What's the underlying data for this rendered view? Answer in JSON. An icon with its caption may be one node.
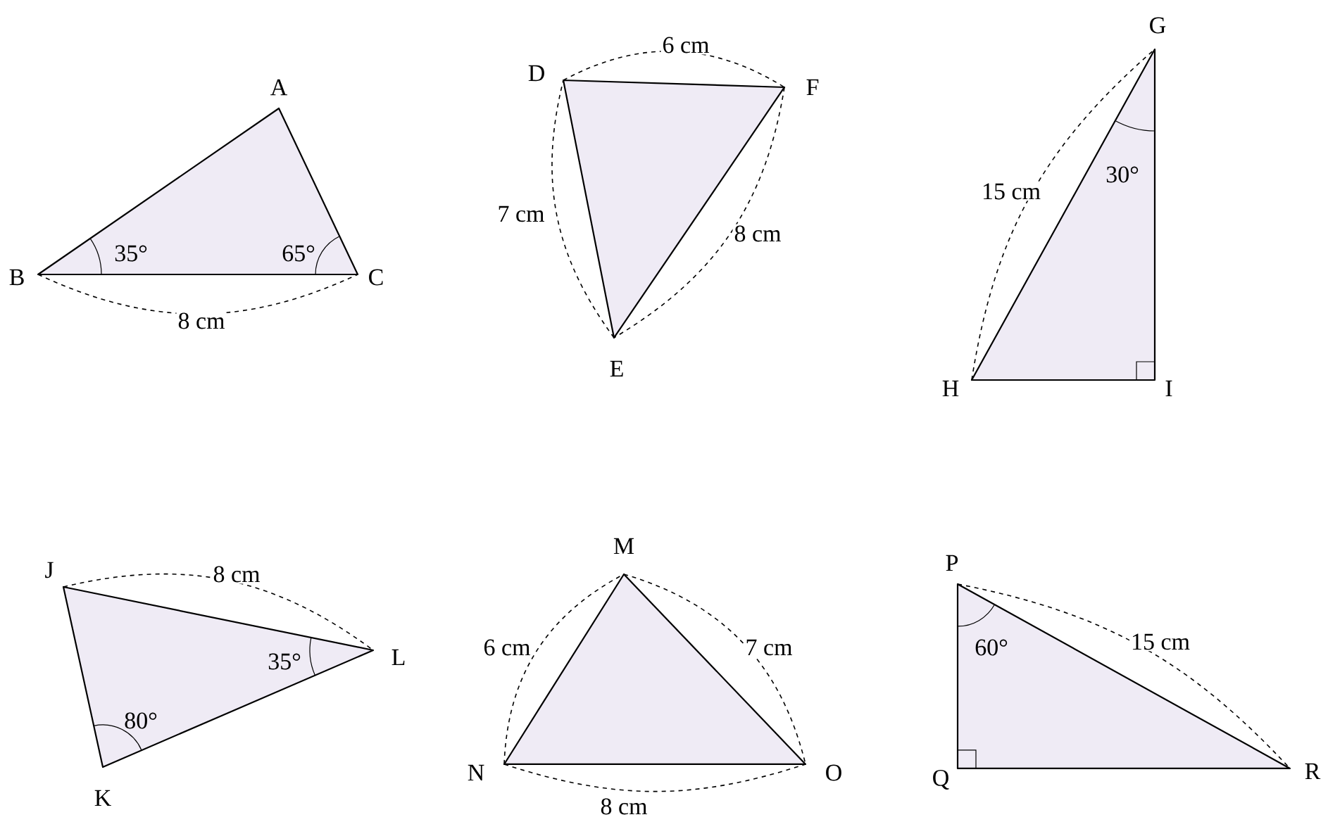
{
  "diagram": {
    "nodes": [
      {
        "text": [
          "35°",
          "65°"
        ],
        "beside": [
          "A",
          "B",
          "C",
          "8 cm"
        ]
      },
      {
        "text": [],
        "shape": "triangle",
        "beside": [
          "D",
          "E",
          "F",
          "6 cm",
          "7 cm",
          "8 cm"
        ]
      },
      {
        "text": [
          "30°"
        ],
        "beside": [
          "G",
          "H",
          "I",
          "15 cm"
        ]
      },
      {
        "text": [
          "35°",
          "80°"
        ],
        "beside": [
          "J",
          "K",
          "L",
          "8 cm"
        ]
      },
      {
        "text": [],
        "shape": "triangle",
        "beside": [
          "M",
          "N",
          "O",
          "6 cm",
          "7 cm",
          "8 cm"
        ]
      },
      {
        "text": [
          "60°"
        ],
        "beside": [
          "P",
          "Q",
          "R",
          "15 cm"
        ]
      }
    ]
  }
}
